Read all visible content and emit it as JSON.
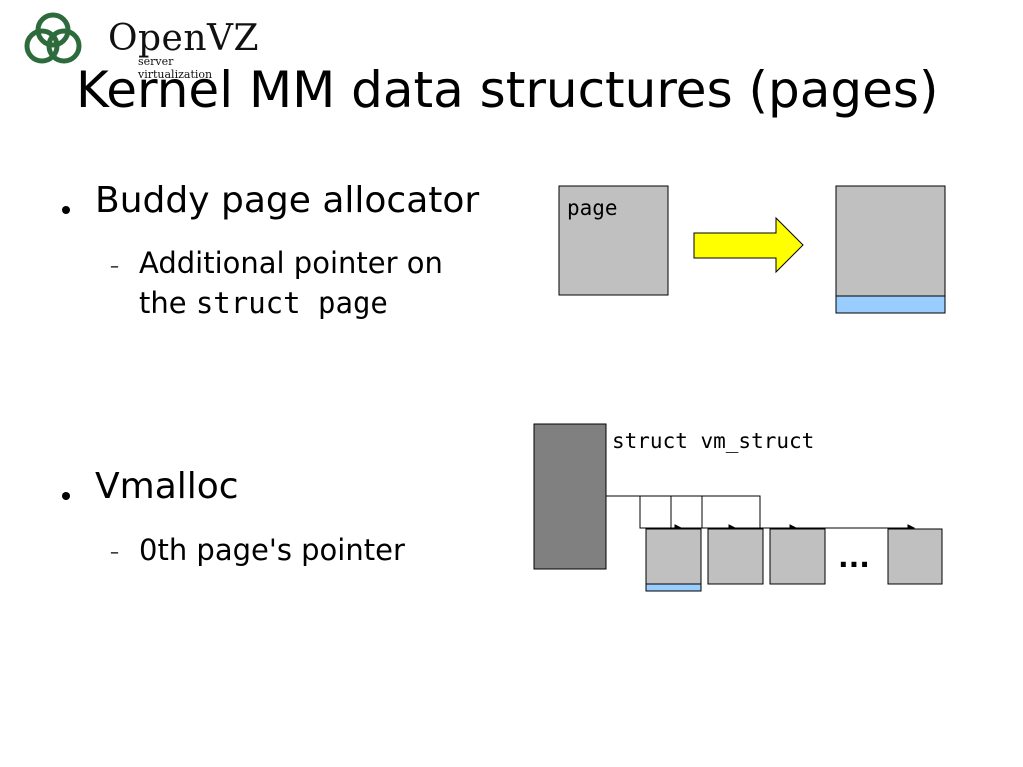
{
  "logo": {
    "name": "OpenVZ",
    "tagline": "server virtualization"
  },
  "title": "Kernel MM data structures (pages)",
  "bullets": [
    {
      "text": "Buddy page allocator",
      "sub_prefix": "Additional pointer on",
      "sub_line2_prefix": "the ",
      "sub_code": "struct page"
    },
    {
      "text": "Vmalloc",
      "sub": "0th page's pointer"
    }
  ],
  "diagram": {
    "page_label": "page",
    "vm_struct_label": "struct vm_struct",
    "ellipsis": "..."
  },
  "colors": {
    "page_gray": "#c0c0c0",
    "dark_gray": "#808080",
    "arrow_yellow": "#ffff00",
    "pointer_blue": "#99ccff",
    "logo_green": "#2e6b3c"
  }
}
